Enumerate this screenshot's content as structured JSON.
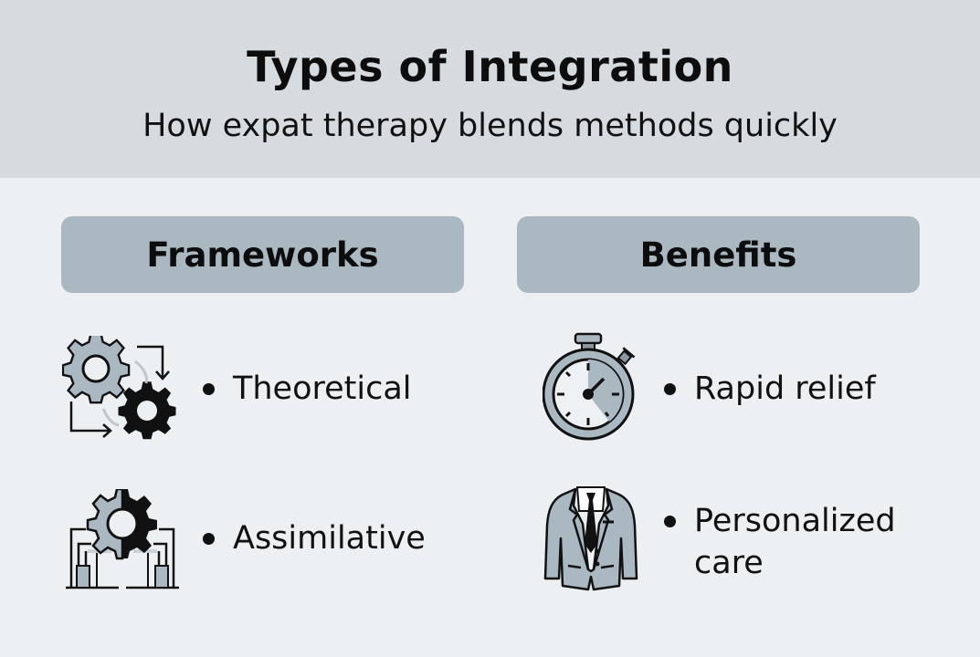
{
  "header": {
    "title": "Types of Integration",
    "subtitle": "How expat therapy blends methods quickly"
  },
  "columns": [
    {
      "heading": "Frameworks",
      "items": [
        {
          "label": "Theoretical",
          "icon": "gears-cycle-icon"
        },
        {
          "label": "Assimilative",
          "icon": "gear-structure-icon"
        }
      ]
    },
    {
      "heading": "Benefits",
      "items": [
        {
          "label": "Rapid relief",
          "icon": "stopwatch-icon"
        },
        {
          "label": "Personalized care",
          "line1": "Personalized",
          "line2": "care",
          "icon": "suit-jacket-icon"
        }
      ]
    }
  ],
  "colors": {
    "header_bg": "#d6dbdf",
    "body_bg": "#edf0f3",
    "pill_bg": "#aab8c2",
    "icon_fill": "#aab8c2",
    "ink": "#111111"
  }
}
